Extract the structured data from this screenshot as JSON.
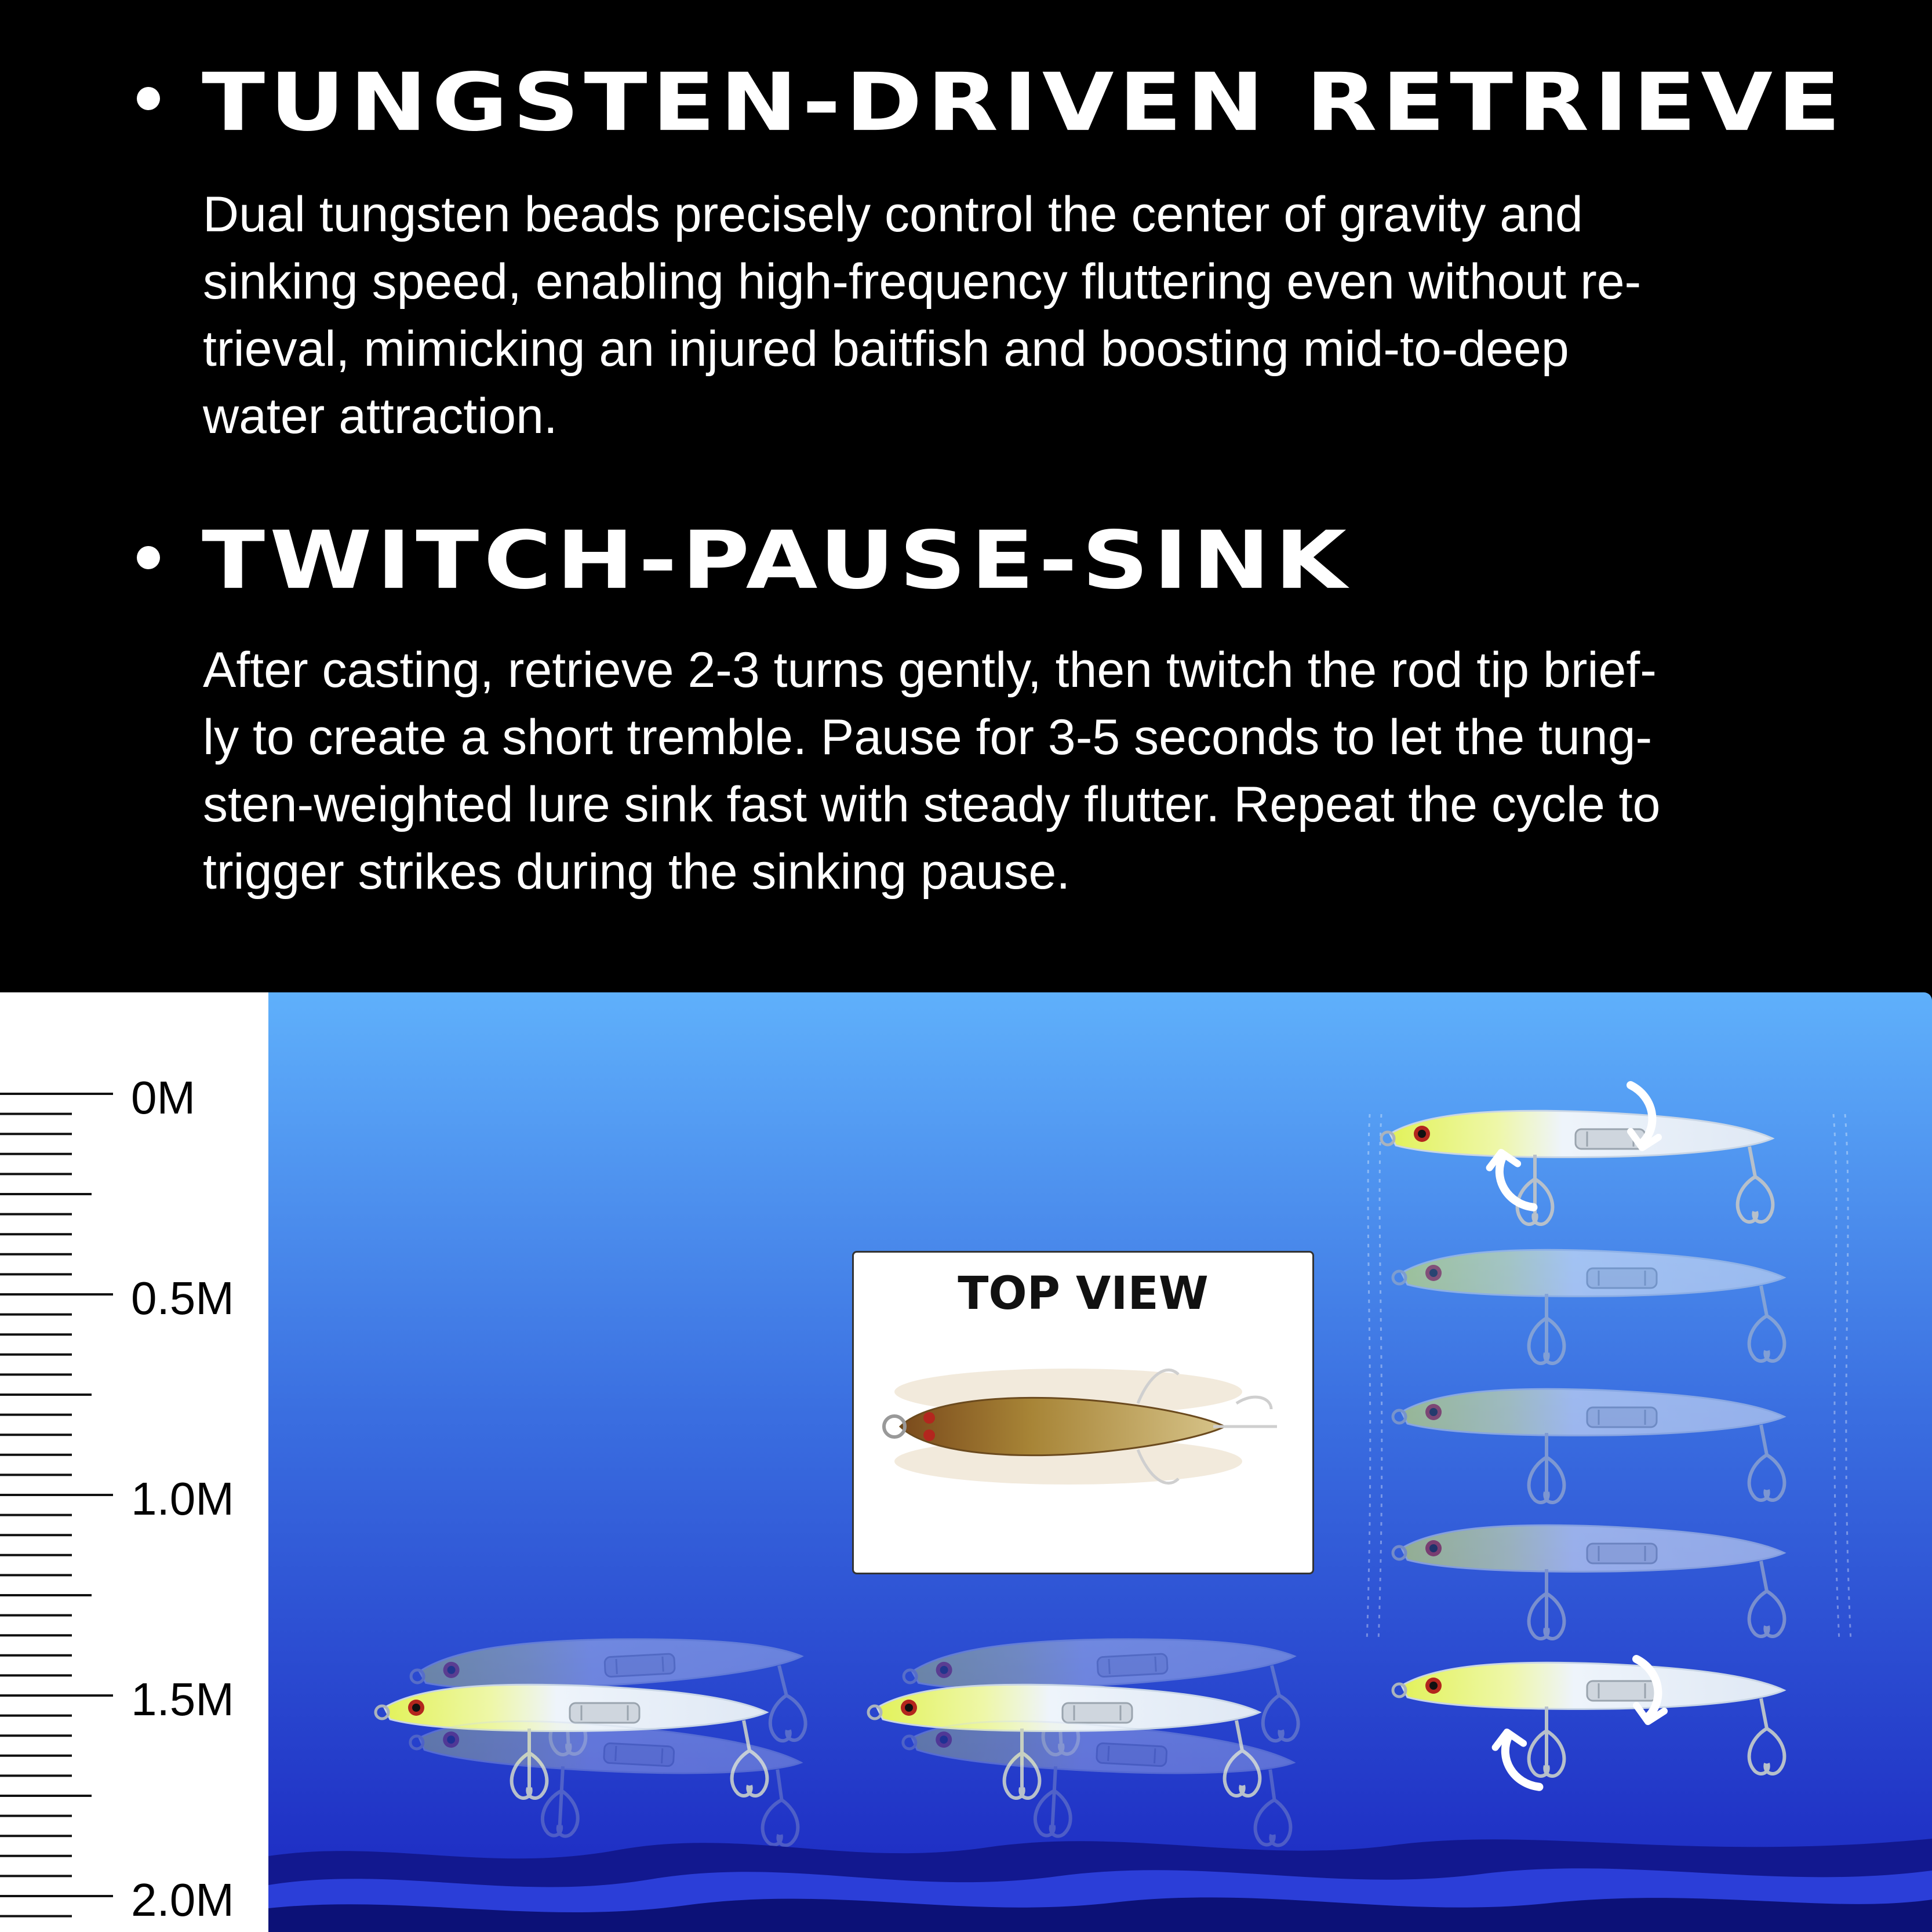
{
  "sections": [
    {
      "heading": "TUNGSTEN-DRIVEN RETRIEVE",
      "lines": [
        "Dual tungsten beads precisely control the center of gravity and",
        "sinking speed, enabling high-frequency fluttering even without re-",
        "trieval, mimicking an injured baitfish and boosting mid-to-deep",
        "water attraction."
      ]
    },
    {
      "heading": "TWITCH-PAUSE-SINK",
      "lines": [
        "After casting, retrieve 2-3 turns gently, then twitch the rod tip brief-",
        "ly to create a short tremble. Pause for 3-5 seconds to let the tung-",
        "sten-weighted lure sink fast with steady flutter. Repeat the cycle to",
        "trigger strikes during the sinking pause."
      ]
    }
  ],
  "depth_scale": {
    "labels": [
      "0M",
      "0.5M",
      "1.0M",
      "1.5M",
      "2.0M"
    ]
  },
  "top_view": {
    "title": "TOP VIEW"
  },
  "colors": {
    "background": "#000000",
    "text": "#ffffff",
    "water_top": "#5fb0fb",
    "water_bottom": "#1a25c0",
    "lure_head": "#e2f25a",
    "lure_body": "#eef4fb",
    "top_view_lure": "#a78436"
  },
  "icons": [
    "curved-arrow-icon",
    "fishing-lure",
    "treble-hook"
  ]
}
